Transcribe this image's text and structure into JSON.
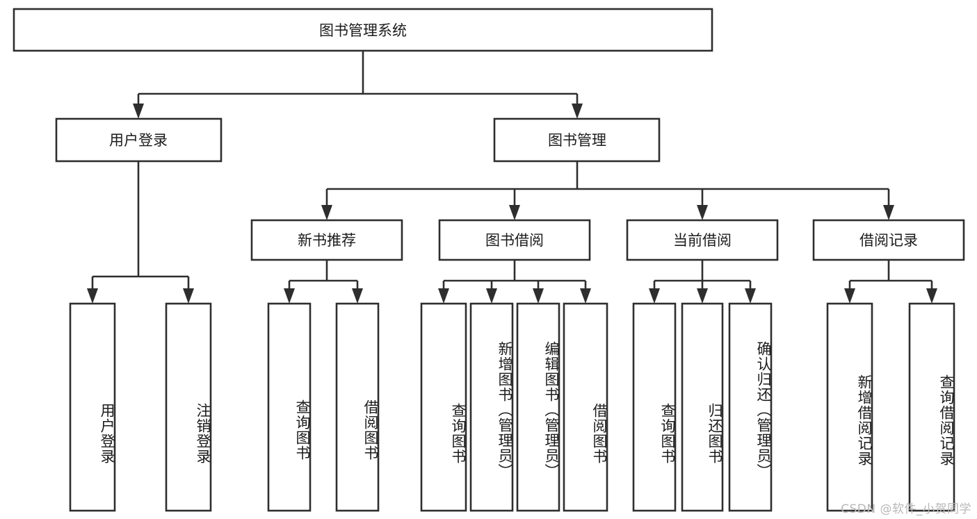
{
  "diagram": {
    "title": "图书管理系统",
    "watermark": "CSDN @软件_小贺同学",
    "colors": {
      "stroke": "#2e2e2e",
      "fill": "#ffffff",
      "text": "#1b1b1b",
      "watermark": "#b8b8b8"
    },
    "nodes": {
      "root": {
        "label": "图书管理系统",
        "orientation": "horizontal"
      },
      "user_login": {
        "label": "用户登录",
        "orientation": "horizontal"
      },
      "book_manage": {
        "label": "图书管理",
        "orientation": "horizontal"
      },
      "new_book_rec": {
        "label": "新书推荐",
        "orientation": "horizontal"
      },
      "book_borrow": {
        "label": "图书借阅",
        "orientation": "horizontal"
      },
      "current_borrow": {
        "label": "当前借阅",
        "orientation": "horizontal"
      },
      "borrow_record": {
        "label": "借阅记录",
        "orientation": "horizontal"
      },
      "leaf_user_login": {
        "label": "用户登录",
        "orientation": "vertical"
      },
      "leaf_logout": {
        "label": "注销登录",
        "orientation": "vertical"
      },
      "leaf_query_book_1": {
        "label": "查询图书",
        "orientation": "vertical"
      },
      "leaf_borrow_book_1": {
        "label": "借阅图书",
        "orientation": "vertical"
      },
      "leaf_query_book_2": {
        "label": "查询图书",
        "orientation": "vertical"
      },
      "leaf_add_book": {
        "label": "新增图书（管理员）",
        "orientation": "vertical"
      },
      "leaf_edit_book": {
        "label": "编辑图书（管理员）",
        "orientation": "vertical"
      },
      "leaf_borrow_book_2": {
        "label": "借阅图书",
        "orientation": "vertical"
      },
      "leaf_query_book_3": {
        "label": "查询图书",
        "orientation": "vertical"
      },
      "leaf_return_book": {
        "label": "归还图书",
        "orientation": "vertical"
      },
      "leaf_confirm_return": {
        "label": "确认归还（管理员）",
        "orientation": "vertical"
      },
      "leaf_add_record": {
        "label": "新增借阅记录",
        "orientation": "vertical"
      },
      "leaf_query_record": {
        "label": "查询借阅记录",
        "orientation": "vertical"
      }
    },
    "edges": [
      {
        "from": "root",
        "to": "user_login"
      },
      {
        "from": "root",
        "to": "book_manage"
      },
      {
        "from": "user_login",
        "to": "leaf_user_login"
      },
      {
        "from": "user_login",
        "to": "leaf_logout"
      },
      {
        "from": "book_manage",
        "to": "new_book_rec"
      },
      {
        "from": "book_manage",
        "to": "book_borrow"
      },
      {
        "from": "book_manage",
        "to": "current_borrow"
      },
      {
        "from": "book_manage",
        "to": "borrow_record"
      },
      {
        "from": "new_book_rec",
        "to": "leaf_query_book_1"
      },
      {
        "from": "new_book_rec",
        "to": "leaf_borrow_book_1"
      },
      {
        "from": "book_borrow",
        "to": "leaf_query_book_2"
      },
      {
        "from": "book_borrow",
        "to": "leaf_add_book"
      },
      {
        "from": "book_borrow",
        "to": "leaf_edit_book"
      },
      {
        "from": "book_borrow",
        "to": "leaf_borrow_book_2"
      },
      {
        "from": "current_borrow",
        "to": "leaf_query_book_3"
      },
      {
        "from": "current_borrow",
        "to": "leaf_return_book"
      },
      {
        "from": "current_borrow",
        "to": "leaf_confirm_return"
      },
      {
        "from": "borrow_record",
        "to": "leaf_add_record"
      },
      {
        "from": "borrow_record",
        "to": "leaf_query_record"
      }
    ]
  }
}
